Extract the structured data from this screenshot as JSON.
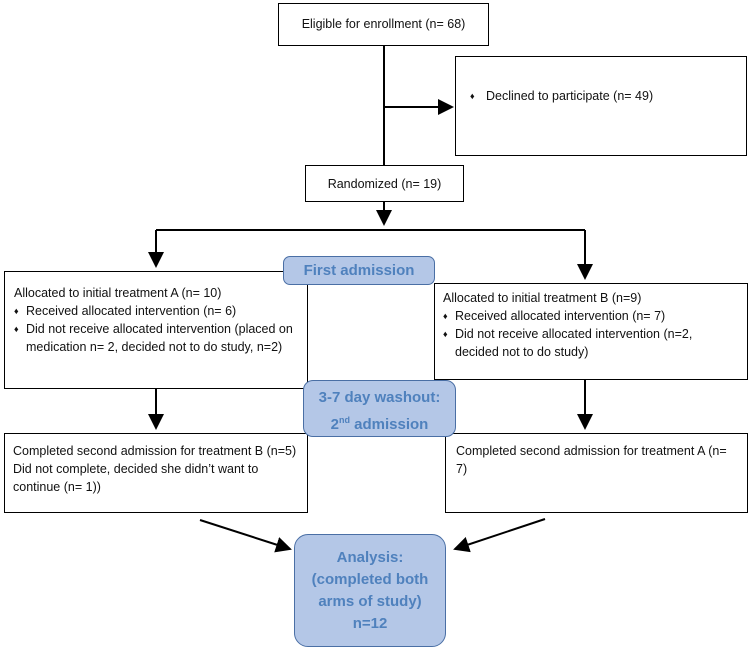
{
  "boxes": {
    "eligible": "Eligible for enrollment (n= 68)",
    "declined": "Declined to participate (n= 49)",
    "randomized": "Randomized (n= 19)",
    "arm_a": {
      "title": "Allocated to initial treatment A (n= 10)",
      "received": "Received allocated intervention (n= 6)",
      "not_received": "Did not receive allocated intervention (placed on medication n= 2, decided not to do study, n=2)"
    },
    "arm_b": {
      "title": "Allocated to initial treatment B (n=9)",
      "received": "Received allocated intervention (n= 7)",
      "not_received": "Did not receive allocated intervention (n=2, decided not to do study)"
    },
    "completed_b": "Completed second admission for treatment B (n=5) Did not complete, decided she didn’t want to continue (n= 1))",
    "completed_a": "Completed second admission for treatment A (n= 7)"
  },
  "labels": {
    "first_admission": "First admission",
    "washout_line1": "3-7 day washout:",
    "washout_line2_pre": "2",
    "washout_line2_sup": "nd",
    "washout_line2_post": " admission",
    "analysis_line1": "Analysis:",
    "analysis_line2": "(completed both",
    "analysis_line3": "arms of study)",
    "analysis_line4": "n=12"
  },
  "bullet_glyph": "♦",
  "colors": {
    "pill_fill": "#b4c7e7",
    "pill_text": "#4f81bd",
    "pill_border": "#4a6fa5"
  }
}
